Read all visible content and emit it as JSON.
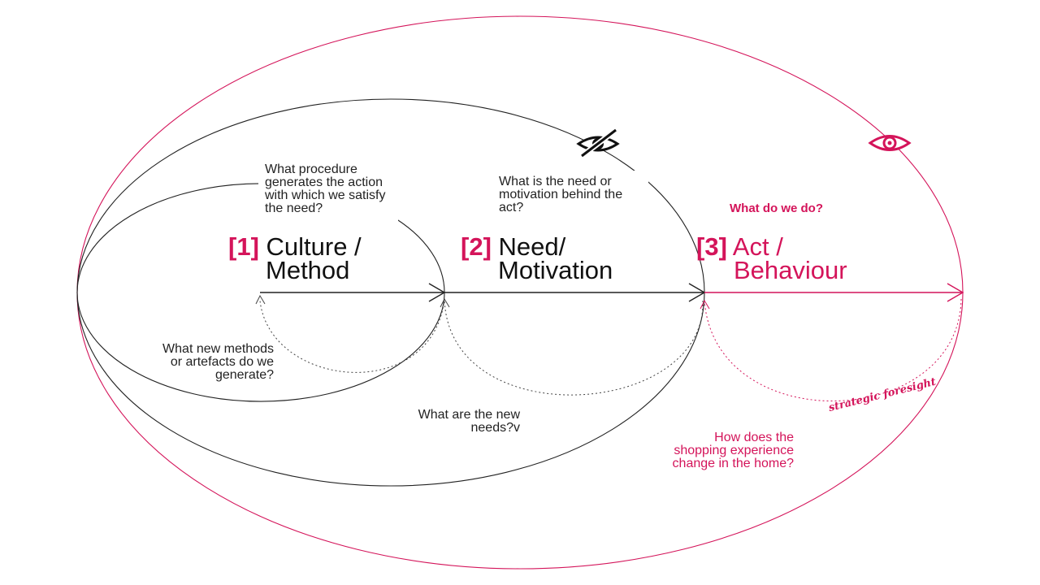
{
  "colors": {
    "ink": "#222222",
    "accent": "#d4145a"
  },
  "stages": [
    {
      "number": "[1]",
      "line1": "Culture /",
      "line2": "Method"
    },
    {
      "number": "[2]",
      "line1": "Need/",
      "line2": "Motivation"
    },
    {
      "number": "[3]",
      "line1": "Act /",
      "line2": "Behaviour"
    }
  ],
  "questions": {
    "procedure": "What procedure\ngenerates the action\nwith which we satisfy\nthe need?",
    "need": "What is the need or\nmotivation behind the\nact?",
    "do": "What do we do?",
    "methods": "What new methods\nor artefacts do we\ngenerate?",
    "new_needs": "What are the new\nneeds?v",
    "shopping": "How does the\nshopping experience\nchange in the home?"
  },
  "annotation": "strategic foresight",
  "icons": {
    "hidden": "eye-slash-icon",
    "visible": "eye-icon"
  }
}
